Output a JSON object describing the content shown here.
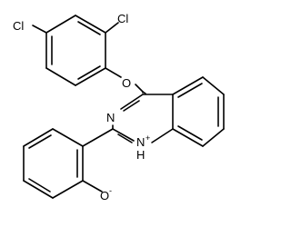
{
  "molecule": {
    "atoms": {
      "cl_top": "Cl",
      "cl_left": "Cl",
      "ether_o": "O",
      "ring_n": "N",
      "nh_n": "N",
      "nh_h": "H",
      "nh_charge": "+",
      "phenoxide_o": "O",
      "phenoxide_charge": "-"
    }
  }
}
